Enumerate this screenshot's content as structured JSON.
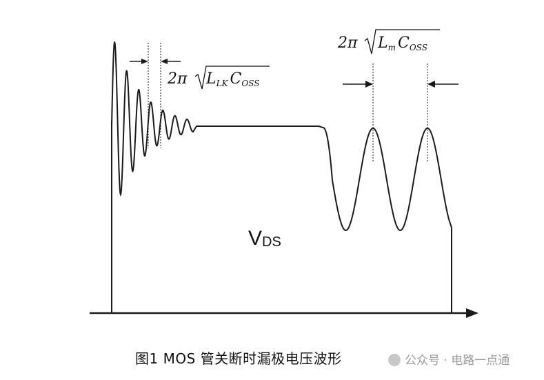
{
  "diagram": {
    "formula_left": {
      "prefix": "2π",
      "radicand_l": "L",
      "radicand_l_sub": "LK",
      "radicand_c": "C",
      "radicand_c_sub": "OSS"
    },
    "formula_right": {
      "prefix": "2π",
      "radicand_l": "L",
      "radicand_l_sub": "m",
      "radicand_c": "C",
      "radicand_c_sub": "OSS"
    },
    "signal_label": {
      "main": "V",
      "sub": "DS"
    }
  },
  "caption": {
    "text": "图1   MOS 管关断时漏极电压波形",
    "watermark": "公众号 · 电路一点通"
  },
  "colors": {
    "stroke": "#1a1a1a",
    "text": "#111111",
    "watermark": "#9a9a9a"
  }
}
